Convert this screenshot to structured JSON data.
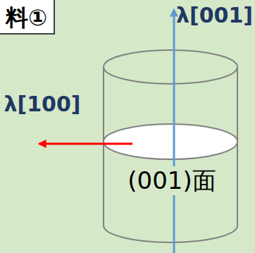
{
  "diagram": {
    "nodes": [
      {
        "text": [
          "料①"
        ]
      }
    ],
    "labels": [
      "λ[001]",
      "λ[100]",
      "(001)面"
    ]
  }
}
